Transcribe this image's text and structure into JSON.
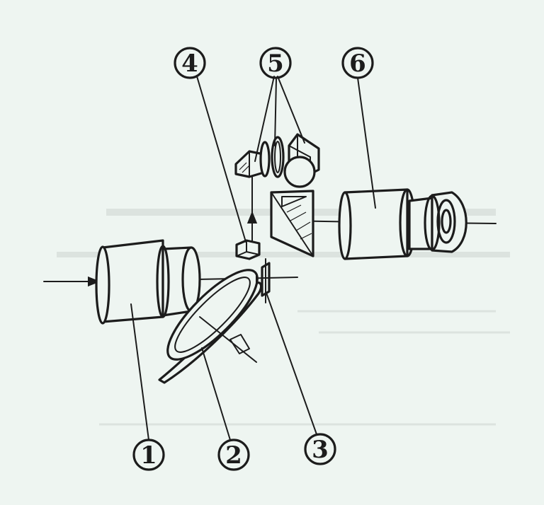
{
  "diagram": {
    "callouts": [
      {
        "id": "1",
        "label": "1"
      },
      {
        "id": "2",
        "label": "2"
      },
      {
        "id": "3",
        "label": "3"
      },
      {
        "id": "4",
        "label": "4"
      },
      {
        "id": "5",
        "label": "5"
      },
      {
        "id": "6",
        "label": "6"
      }
    ],
    "colors": {
      "paper": "#eef5f1",
      "ink": "#1c1c1c"
    }
  }
}
